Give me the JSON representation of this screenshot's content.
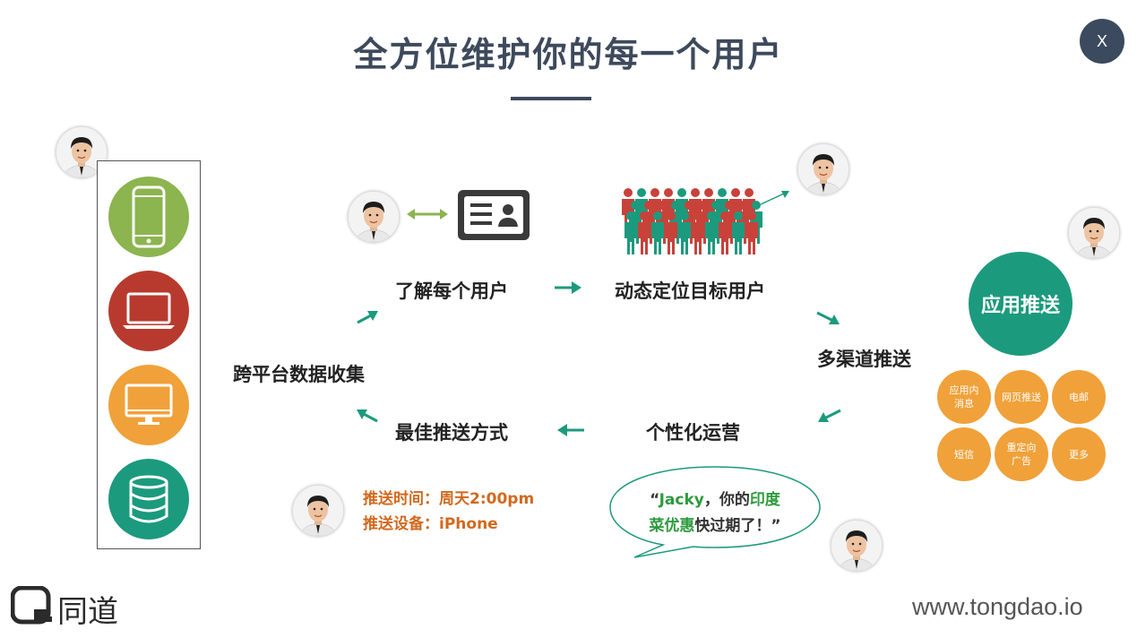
{
  "title": "全方位维护你的每一个用户",
  "close_label": "X",
  "labels": {
    "know_user": "了解每个用户",
    "dynamic_target": "动态定位目标用户",
    "multi_channel": "多渠道推送",
    "cross_platform": "跨平台数据收集",
    "best_push": "最佳推送方式",
    "personal_ops": "个性化运营"
  },
  "push_info": {
    "time": "推送时间：周天2:00pm",
    "device": "推送设备：iPhone"
  },
  "bubble": {
    "open_quote": "“",
    "name": "Jacky",
    "mid": "，你的",
    "highlight1": "印度",
    "highlight2": "菜优惠",
    "tail": "快过期了！”"
  },
  "app_push": "应用推送",
  "channels": [
    "应用内\n消息",
    "网页推送",
    "电邮",
    "短信",
    "重定向\n广告",
    "更多"
  ],
  "logo": "同道",
  "url": "www.tongdao.io",
  "colors": {
    "title": "#3e4a5c",
    "teal": "#1c9a7d",
    "green_device": "#8cb44f",
    "red_device": "#b83a2e",
    "orange_device": "#f0a13a",
    "teal_device": "#1c9a7d",
    "crowd_red": "#c8423a",
    "orange_text": "#d2691e"
  },
  "icons": [
    "phone-icon",
    "laptop-icon",
    "monitor-icon",
    "database-icon",
    "id-card-icon",
    "crowd-icon",
    "tongdao-logo-icon"
  ]
}
